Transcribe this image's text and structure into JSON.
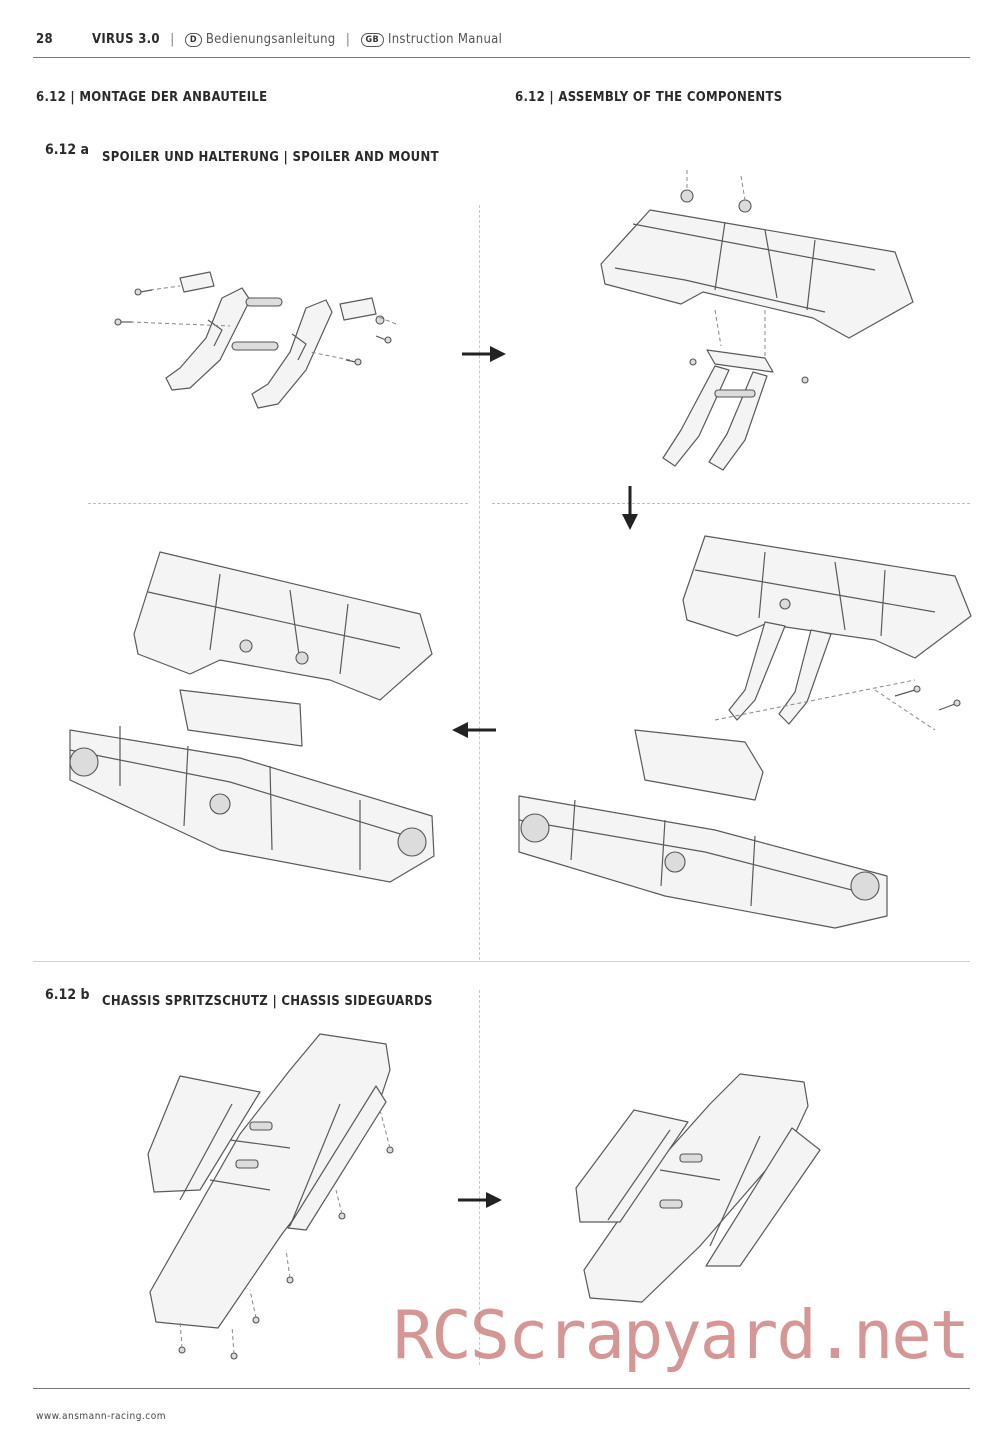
{
  "header": {
    "page_number": "28",
    "product": "VIRUS 3.0",
    "lang_de_badge": "D",
    "lang_de_label": "Bedienungsanleitung",
    "lang_gb_badge": "GB",
    "lang_gb_label": "Instruction Manual",
    "separator": "|"
  },
  "section": {
    "title_de": "6.12 | MONTAGE DER ANBAUTEILE",
    "title_en": "6.12 | ASSEMBLY OF THE COMPONENTS"
  },
  "steps": [
    {
      "number": "6.12 a",
      "title": "SPOILER UND HALTERUNG | SPOILER AND MOUNT"
    },
    {
      "number": "6.12 b",
      "title": "CHASSIS SPRITZSCHUTZ | CHASSIS SIDEGUARDS"
    }
  ],
  "icons": {
    "arrow_1": "arrow-right-icon",
    "arrow_2": "arrow-down-icon",
    "arrow_3": "arrow-left-icon",
    "arrow_4": "arrow-right-icon"
  },
  "footer": {
    "url": "www.ansmann-racing.com"
  },
  "watermark": {
    "text": "RCScrapyard.net",
    "color": "#c97b79"
  }
}
